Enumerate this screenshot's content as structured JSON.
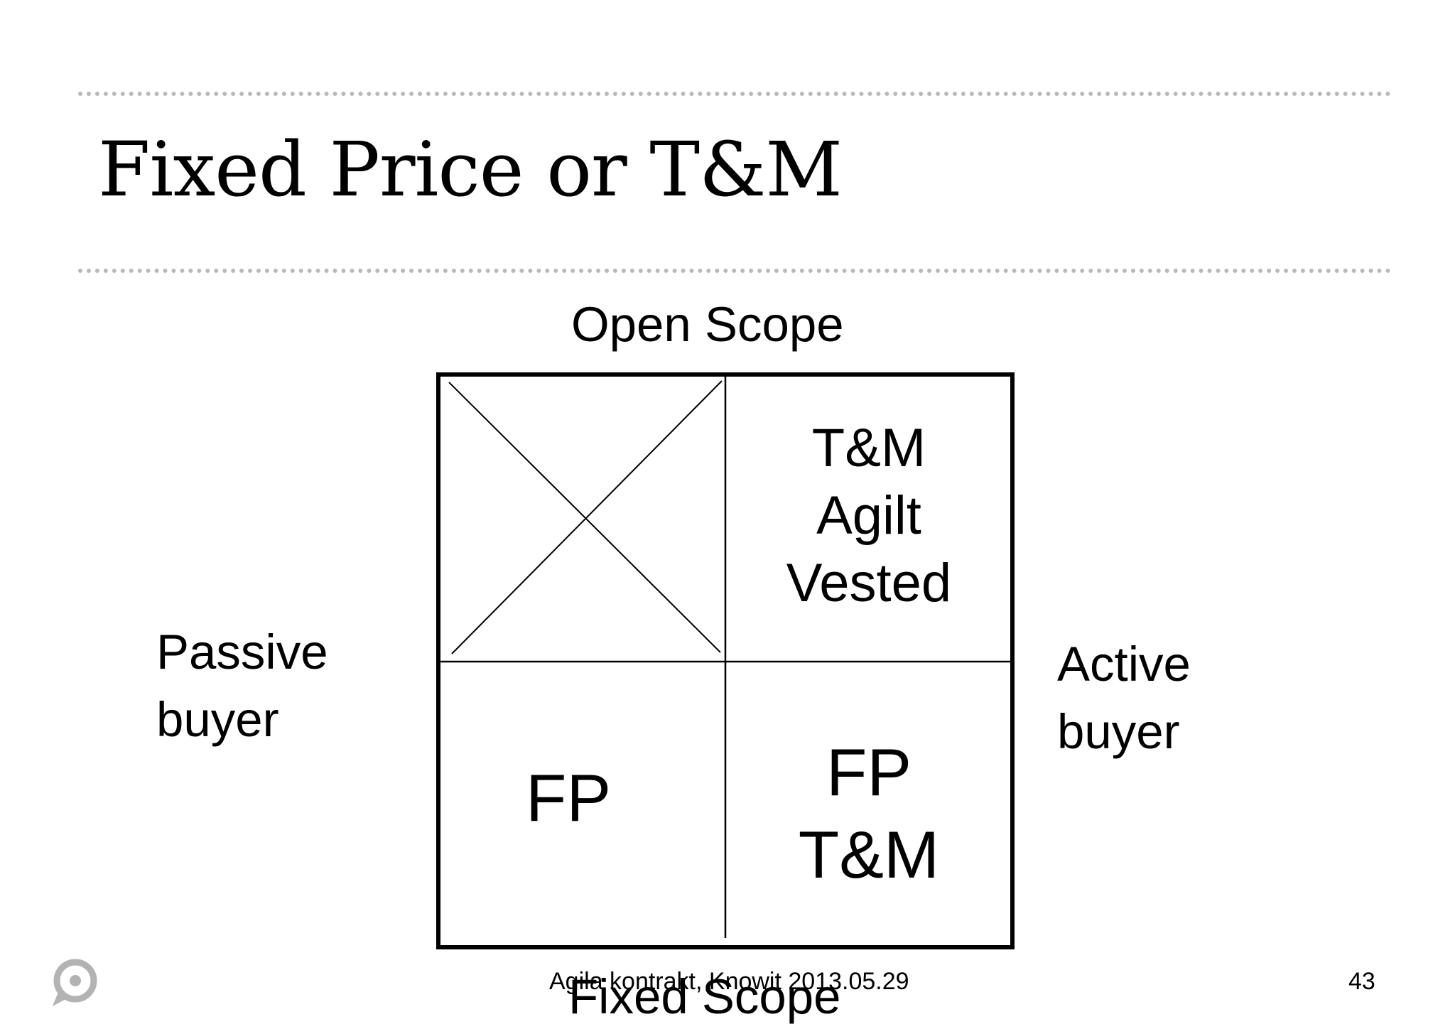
{
  "slide": {
    "title": "Fixed Price or T&M",
    "top_label": "Open Scope",
    "bottom_label": "Fixed Scope",
    "left_label": [
      "Passive",
      "buyer"
    ],
    "right_label": [
      "Active",
      "buyer"
    ],
    "quadrants": {
      "top_left_crossed": true,
      "top_right": [
        "T&M",
        "Agilt",
        "Vested"
      ],
      "bottom_left": [
        "FP"
      ],
      "bottom_right": [
        "FP",
        "T&M"
      ]
    }
  },
  "footer": {
    "text": "Agila kontrakt, Knowit 2013.05.29",
    "page_number": "43",
    "logo_icon": "speech-bubble-logo-icon"
  },
  "colors": {
    "divider": "#b9b9b9",
    "text": "#000000",
    "logo": "#b3b3b3"
  }
}
